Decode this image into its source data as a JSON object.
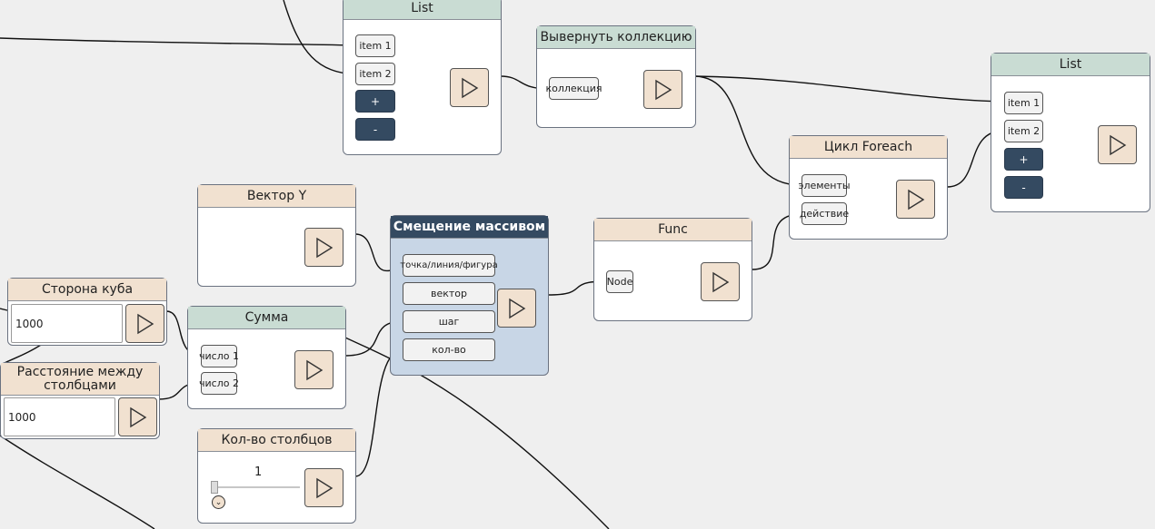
{
  "nodes": {
    "list_top": {
      "title": "List",
      "items": [
        "item 1",
        "item 2"
      ],
      "add": "+",
      "remove": "-"
    },
    "unwrap": {
      "title": "Вывернуть коллекцию",
      "port": "коллекция"
    },
    "list_right": {
      "title": "List",
      "items": [
        "item 1",
        "item 2"
      ],
      "add": "+",
      "remove": "-"
    },
    "foreach": {
      "title": "Цикл Foreach",
      "ports": [
        "элементы",
        "действие"
      ]
    },
    "vector_y": {
      "title": "Вектор Y"
    },
    "array_offset": {
      "title": "Смещение массивом",
      "ports": [
        "точка/линия/фигура",
        "вектор",
        "шаг",
        "кол-во"
      ]
    },
    "func": {
      "title": "Func",
      "port": "Node"
    },
    "cube_side": {
      "title": "Сторона куба",
      "value": "1000"
    },
    "sum": {
      "title": "Сумма",
      "ports": [
        "число 1",
        "число 2"
      ]
    },
    "column_spacing": {
      "title": "Расстояние между столбцами",
      "value": "1000"
    },
    "column_count": {
      "title": "Кол-во столбцов",
      "value": "1",
      "slider_fraction": 0.0
    }
  },
  "icons": {
    "run": "play-icon",
    "expand": "chevron-down-icon"
  },
  "colors": {
    "header_green": "#c9dcd3",
    "header_beige": "#f1e1d0",
    "header_dark": "#344a61",
    "node_blue": "#c8d6e6",
    "canvas": "#efefef"
  }
}
